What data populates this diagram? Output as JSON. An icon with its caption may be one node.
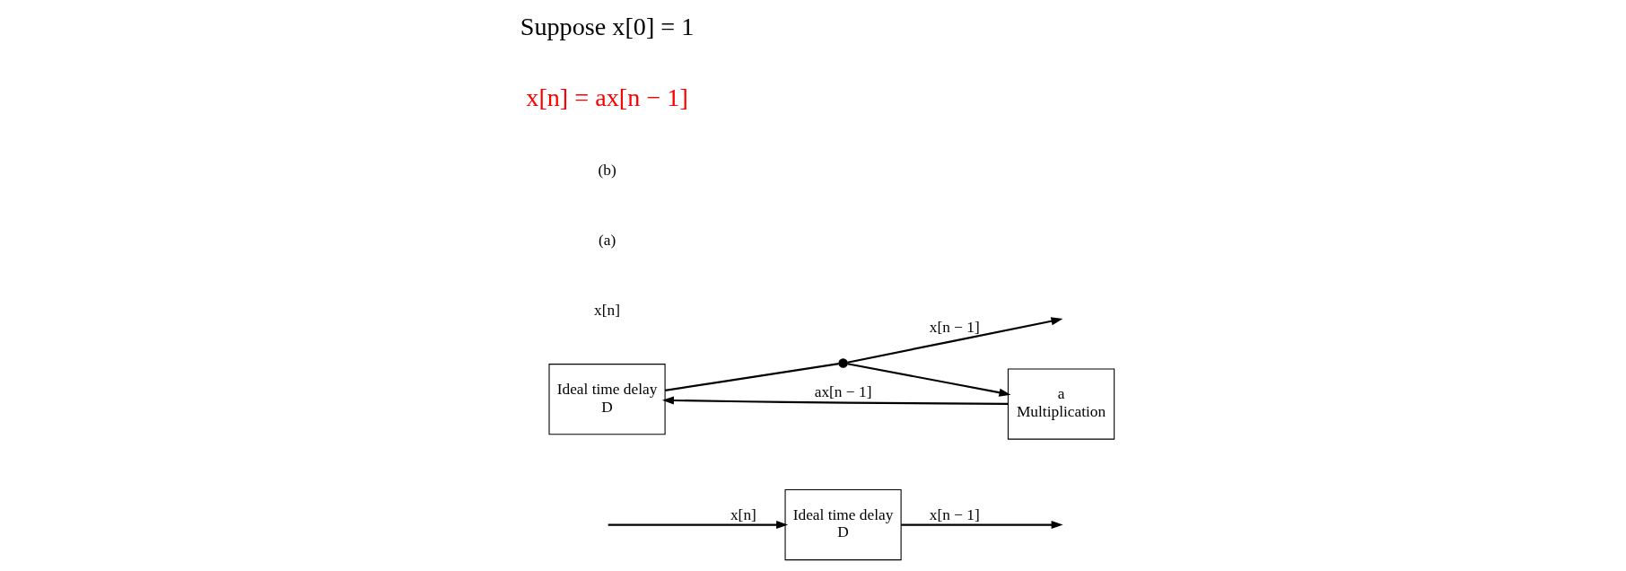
{
  "diagram": {
    "nodes": [
      {
        "text": [
          "Ideal time delay",
          "D"
        ]
      },
      {
        "text": [
          "Ideal time delay",
          "D"
        ]
      },
      {
        "text": [
          "a",
          "Multiplication"
        ]
      },
      {
        "text": [],
        "shape": "circle"
      }
    ],
    "edges": [
      {
        "from": null,
        "to": 0,
        "arrow": "to",
        "label": "x[n]"
      },
      {
        "from": 0,
        "to": null,
        "arrow": "to",
        "label": "x[n − 1]"
      },
      {
        "from": 1,
        "to": 3,
        "arrow": "none"
      },
      {
        "from": 3,
        "to": null,
        "arrow": "to",
        "label": "x[n − 1]"
      },
      {
        "from": 3,
        "to": 2,
        "arrow": "to"
      },
      {
        "from": 2,
        "to": 1,
        "arrow": "to",
        "label": "ax[n − 1]"
      }
    ],
    "labels": [
      "x[n]",
      "(a)",
      "(b)",
      "x[n] = ax[n − 1]",
      "Suppose x[0] = 1"
    ]
  }
}
